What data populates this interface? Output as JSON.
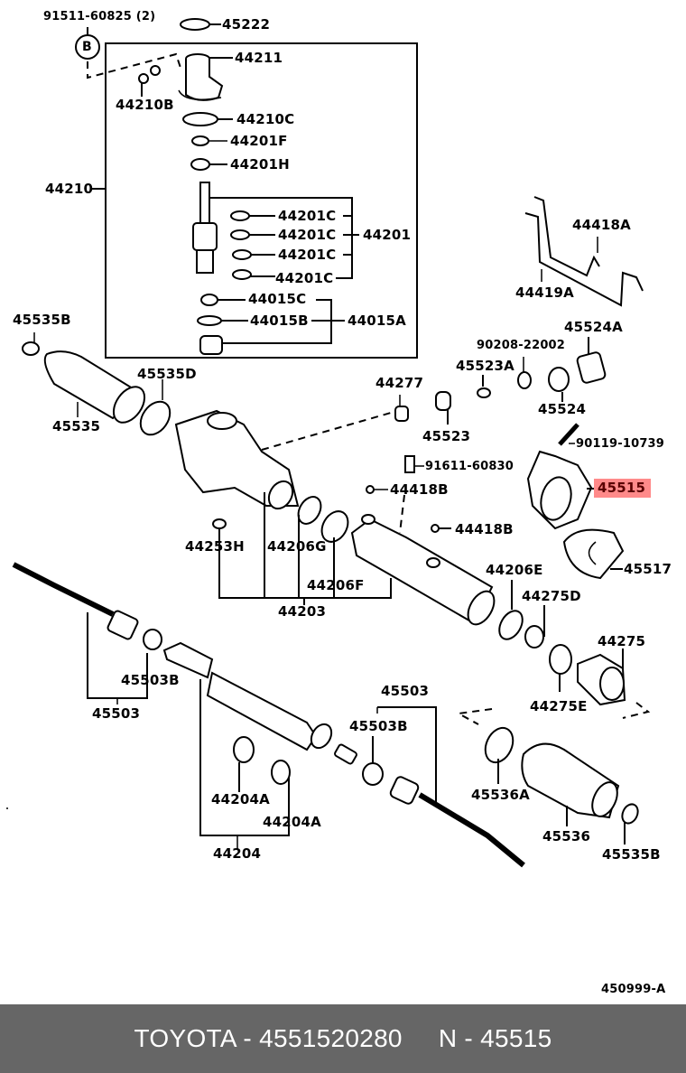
{
  "diagram": {
    "title": "Steering gear / power steering rack parts diagram",
    "highlight_color": "#ff8a8a",
    "highlighted_part": "45515",
    "reference_code": "450999-A",
    "labels": {
      "l_91511": "91511-60825 (2)",
      "l_B": "B",
      "l_45222": "45222",
      "l_44211": "44211",
      "l_44210B": "44210B",
      "l_44210C": "44210C",
      "l_44201F": "44201F",
      "l_44201H": "44201H",
      "l_44210": "44210",
      "l_44201C_1": "44201C",
      "l_44201C_2": "44201C",
      "l_44201C_3": "44201C",
      "l_44201C_4": "44201C",
      "l_44201": "44201",
      "l_44015C": "44015C",
      "l_44015B": "44015B",
      "l_44015A": "44015A",
      "l_44418A": "44418A",
      "l_44419A": "44419A",
      "l_45535B_top": "45535B",
      "l_45535D": "45535D",
      "l_45535": "45535",
      "l_44277": "44277",
      "l_90208": "90208-22002",
      "l_45524A": "45524A",
      "l_45523A": "45523A",
      "l_45523": "45523",
      "l_45524": "45524",
      "l_90119": "90119-10739",
      "l_91611": "91611-60830",
      "l_45515": "45515",
      "l_44418B_1": "44418B",
      "l_44418B_2": "44418B",
      "l_44253H": "44253H",
      "l_44206G": "44206G",
      "l_44206F": "44206F",
      "l_44203": "44203",
      "l_45517": "45517",
      "l_44206E": "44206E",
      "l_44275D": "44275D",
      "l_44275": "44275",
      "l_44275E": "44275E",
      "l_45503B_left": "45503B",
      "l_45503_left": "45503",
      "l_45503_right": "45503",
      "l_45503B_right": "45503B",
      "l_44204A_1": "44204A",
      "l_44204A_2": "44204A",
      "l_44204": "44204",
      "l_45536A": "45536A",
      "l_45536": "45536",
      "l_45535B_bottom": "45535B",
      "l_ref": "450999-A"
    }
  },
  "footer": {
    "brand_part": "TOYOTA - 4551520280",
    "ref_part": "N - 45515",
    "background": "#666666"
  }
}
